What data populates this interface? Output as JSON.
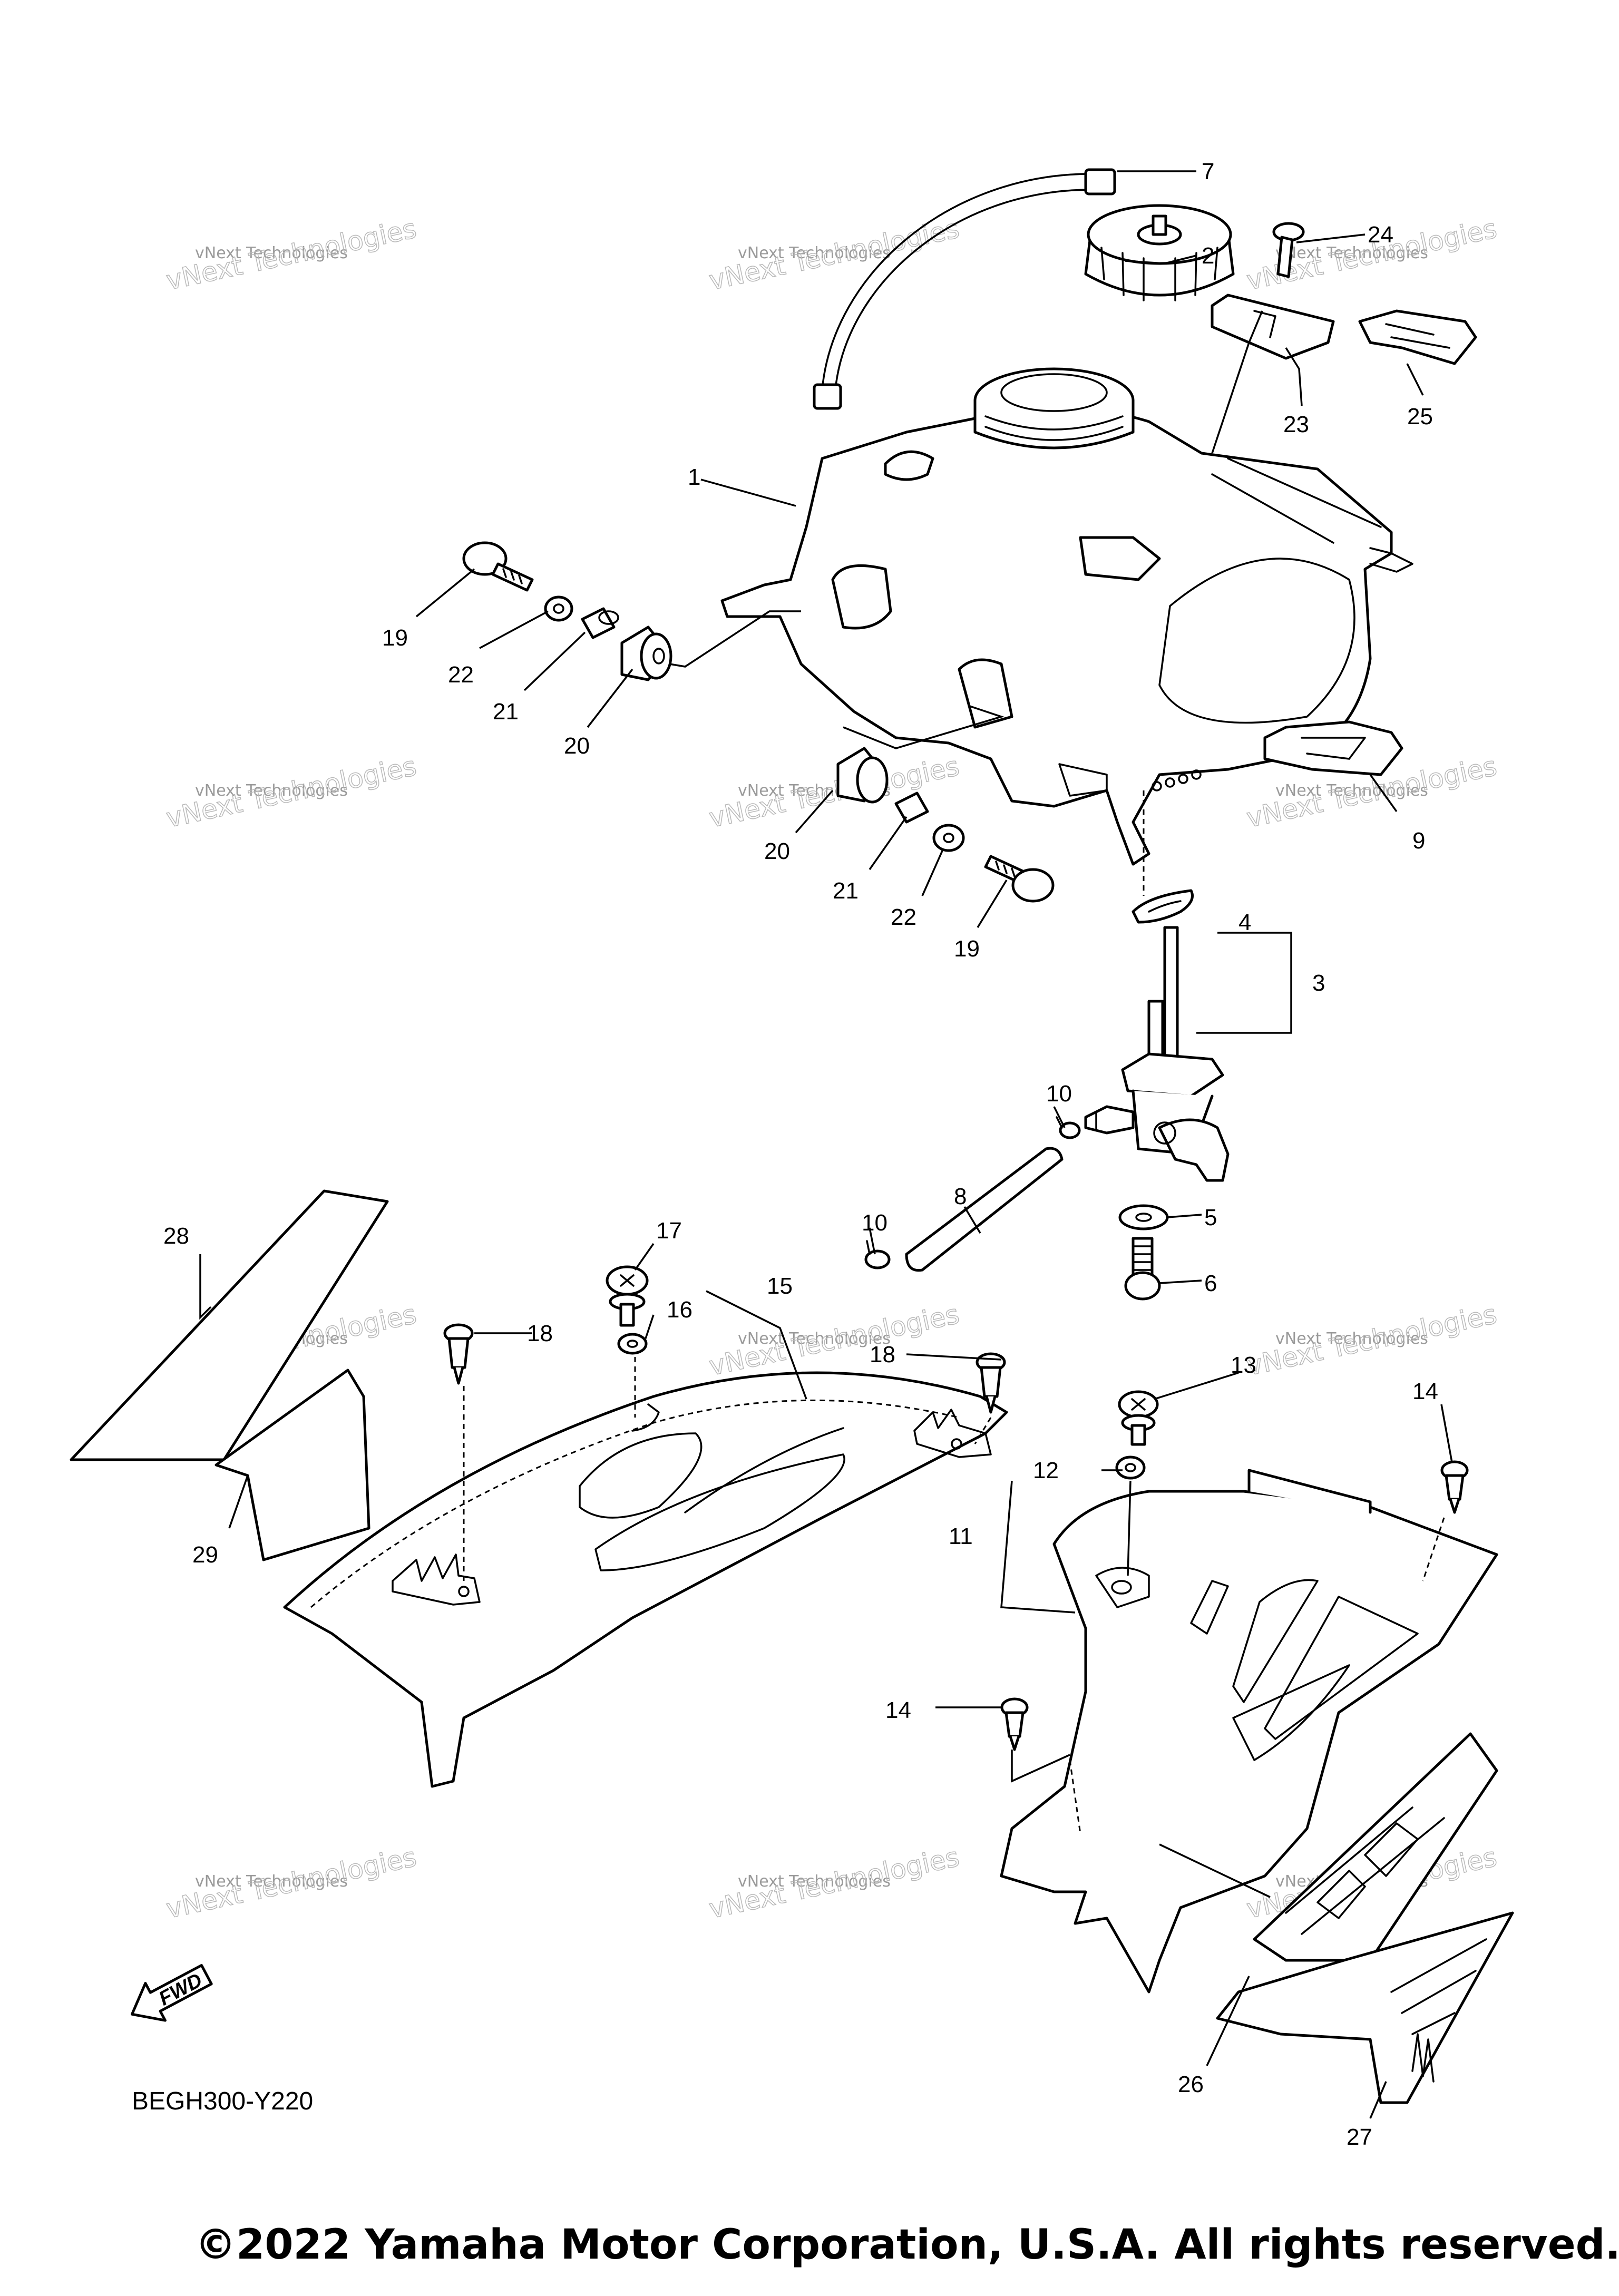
{
  "diagram": {
    "code": "BEGH300-Y220",
    "copyright": "©2022 Yamaha Motor Corporation, U.S.A. All rights reserved.",
    "fwd_badge": "FWD",
    "watermark": {
      "line1": "vNext Technologies",
      "line2": "vNext Technologies"
    },
    "callouts": [
      "1",
      "2",
      "3",
      "4",
      "5",
      "6",
      "7",
      "8",
      "9",
      "10",
      "10",
      "11",
      "12",
      "13",
      "14",
      "14",
      "15",
      "16",
      "17",
      "18",
      "18",
      "19",
      "19",
      "20",
      "20",
      "21",
      "21",
      "22",
      "22",
      "23",
      "24",
      "25",
      "26",
      "27",
      "28",
      "29"
    ],
    "colors": {
      "ink": "#000000",
      "watermark": "#9a9a9a",
      "background": "#ffffff"
    }
  }
}
